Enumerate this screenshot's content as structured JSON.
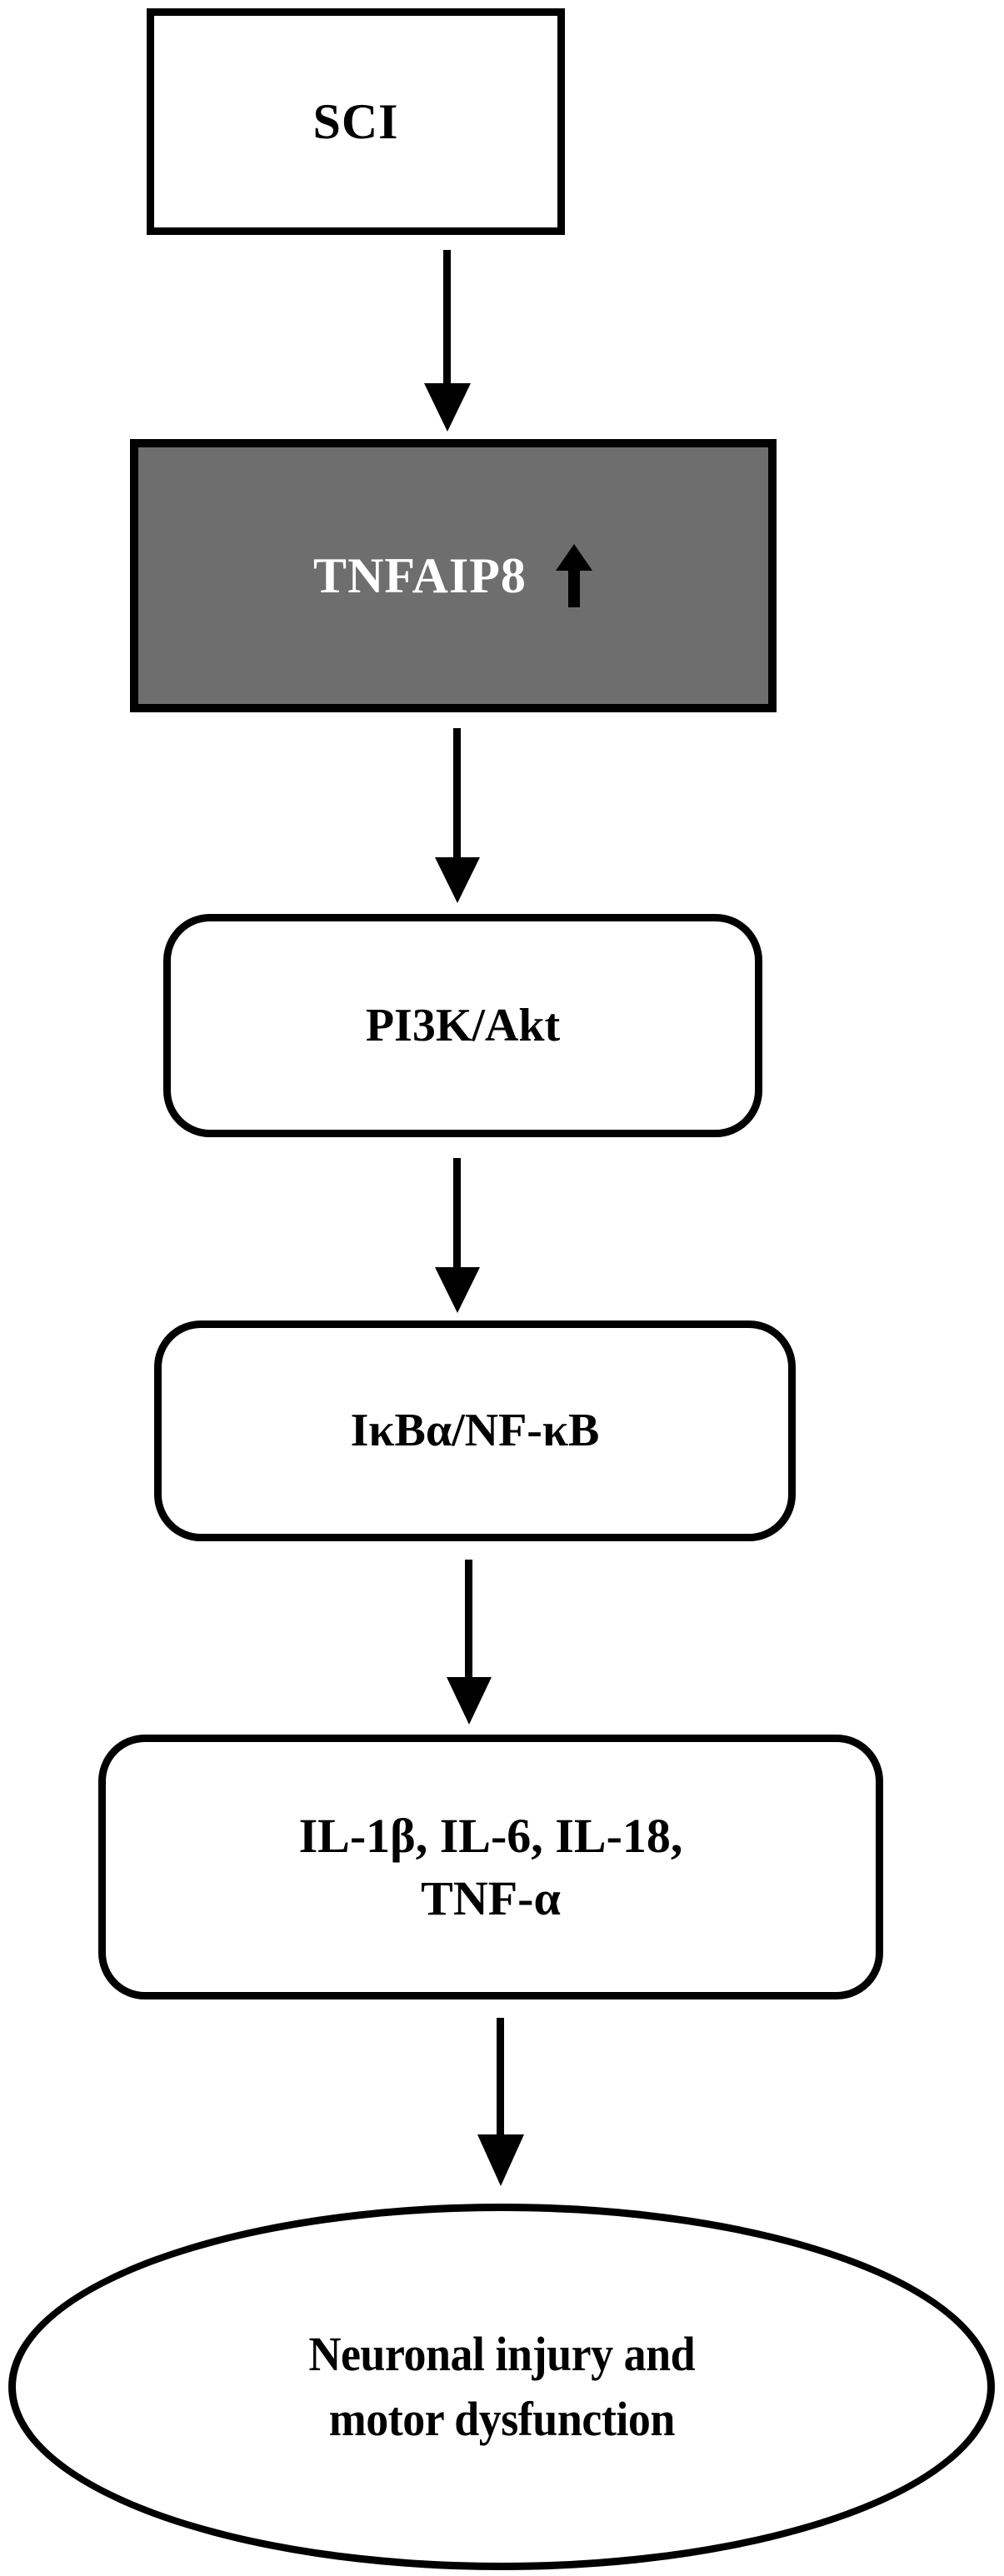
{
  "diagram": {
    "title": "SCI TNFAIP8 signaling pathway flowchart",
    "colors": {
      "stroke": "#000000",
      "highlight_fill": "#6e6e6e",
      "highlight_text": "#ffffff",
      "background": "#ffffff"
    },
    "nodes": [
      {
        "id": "sci",
        "label": "SCI",
        "shape": "rectangle",
        "fill": "#ffffff",
        "text_color": "#000000"
      },
      {
        "id": "tnfaip8",
        "label": "TNFAIP8",
        "shape": "rectangle",
        "fill": "#6e6e6e",
        "text_color": "#ffffff",
        "icon": "up-arrow-icon",
        "icon_meaning": "upregulated"
      },
      {
        "id": "pi3k",
        "label": "PI3K/Akt",
        "shape": "rounded-rectangle",
        "fill": "#ffffff",
        "text_color": "#000000"
      },
      {
        "id": "ikba",
        "label": "IκBα/NF-κB",
        "shape": "rounded-rectangle",
        "fill": "#ffffff",
        "text_color": "#000000"
      },
      {
        "id": "cytokines",
        "label_line1": "IL-1β, IL-6, IL-18,",
        "label_line2": "TNF-α",
        "shape": "rounded-rectangle",
        "fill": "#ffffff",
        "text_color": "#000000"
      },
      {
        "id": "outcome",
        "label_line1": "Neuronal injury and",
        "label_line2": "motor dysfunction",
        "shape": "ellipse",
        "fill": "#ffffff",
        "text_color": "#000000"
      }
    ],
    "edges": [
      {
        "id": "edge-1",
        "from": "sci",
        "to": "tnfaip8",
        "style": "solid-arrow-down"
      },
      {
        "id": "edge-2",
        "from": "tnfaip8",
        "to": "pi3k",
        "style": "solid-arrow-down"
      },
      {
        "id": "edge-3",
        "from": "pi3k",
        "to": "ikba",
        "style": "solid-arrow-down"
      },
      {
        "id": "edge-4",
        "from": "ikba",
        "to": "cytokines",
        "style": "solid-arrow-down"
      },
      {
        "id": "edge-5",
        "from": "cytokines",
        "to": "outcome",
        "style": "solid-arrow-down"
      }
    ]
  }
}
